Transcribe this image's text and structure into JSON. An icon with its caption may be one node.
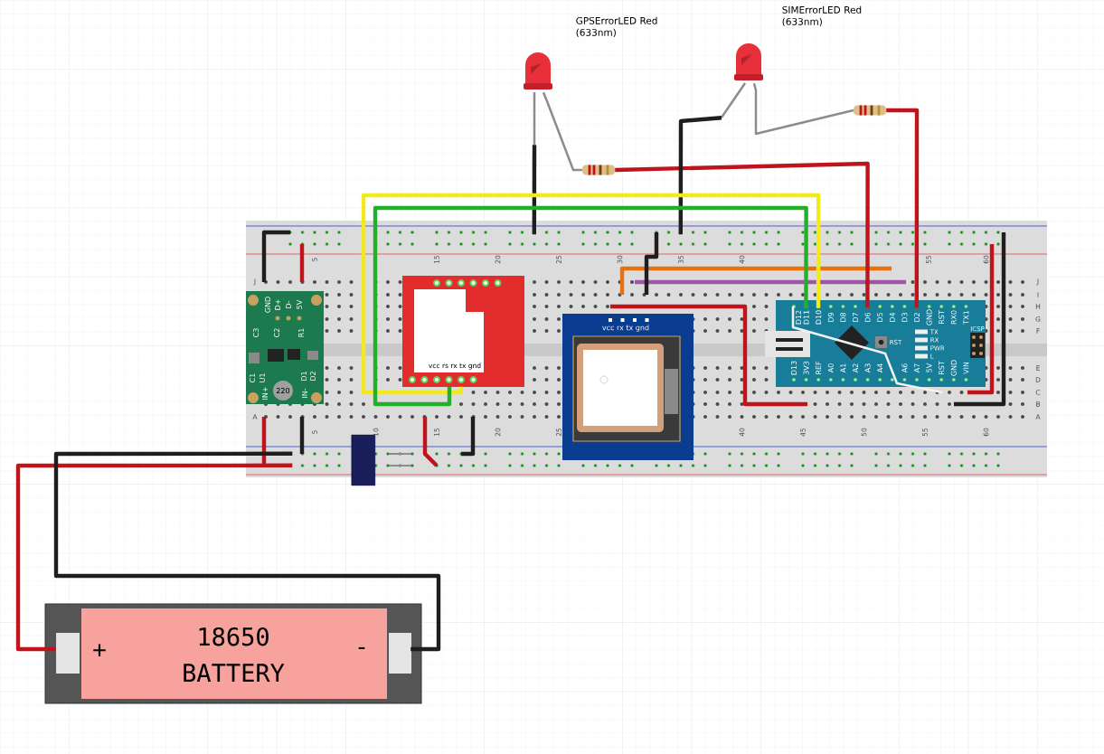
{
  "diagram": {
    "nodes": [
      {
        "text": [
          "GPSErrorLED Red (633nm)"
        ]
      },
      {
        "text": [
          "SIMErrorLED Red (633nm)"
        ]
      },
      {
        "text": [],
        "shape": "picture"
      },
      {
        "text": [],
        "shape": "picture"
      },
      {
        "text": [],
        "shape": "picture"
      },
      {
        "text": [
          "GND",
          "D+",
          "D-",
          "5V",
          "C3",
          "C2",
          "R1",
          "C1",
          "U1",
          "D1",
          "D2",
          "IN+",
          "IN-",
          "220"
        ],
        "in": 4
      },
      {
        "text": [
          "vcc rs rx tx gnd"
        ],
        "in": 4
      },
      {
        "text": [],
        "shape": "cylinder",
        "in": 4
      },
      {
        "text": [
          "vcc rx tx gnd"
        ],
        "in": 4
      },
      {
        "text": [
          "D12",
          "D11",
          "D10",
          "D9",
          "D8",
          "D7",
          "D6",
          "D5",
          "D4",
          "D3",
          "D2",
          "GND",
          "RST",
          "RX0",
          "TX1",
          "D13",
          "3V3",
          "REF",
          "A0",
          "A1",
          "A2",
          "A3",
          "A4",
          "A6",
          "A7",
          "5V",
          "RST",
          "GND",
          "VIN",
          "TX",
          "RX",
          "PWR",
          "L",
          "RST",
          "ICSP"
        ],
        "in": 4
      },
      {
        "text": [
          "+",
          "18650 BATTERY",
          "-"
        ]
      }
    ],
    "edges": [
      {
        "from": 0,
        "to": 2,
        "arrow": "none",
        "color": "#8c8c8c"
      },
      {
        "from": 2,
        "to": 9,
        "arrow": "none",
        "color": "#c0141c"
      },
      {
        "from": 0,
        "to": 4,
        "arrow": "none",
        "color": "#1e1e1e"
      },
      {
        "from": 1,
        "to": 3,
        "arrow": "none",
        "color": "#8c8c8c"
      },
      {
        "from": 3,
        "to": 9,
        "arrow": "none",
        "color": "#c0141c"
      },
      {
        "from": 1,
        "to": 4,
        "arrow": "none",
        "color": "#1e1e1e"
      },
      {
        "from": 10,
        "to": 4,
        "arrow": "none",
        "color": "#c0141c"
      },
      {
        "from": 10,
        "to": 4,
        "arrow": "none",
        "color": "#1e1e1e"
      },
      {
        "from": 6,
        "to": 9,
        "arrow": "none",
        "color": "#f2ea1a"
      },
      {
        "from": 6,
        "to": 9,
        "arrow": "none",
        "color": "#22b02a"
      }
    ],
    "labels": [
      "5",
      "15",
      "20",
      "25",
      "30",
      "35",
      "40",
      "55",
      "60",
      "J",
      "I",
      "H",
      "G",
      "F",
      "E",
      "D",
      "C",
      "B",
      "A",
      "J",
      "A",
      "5",
      "10",
      "15",
      "20",
      "25",
      "40",
      "45",
      "50",
      "55",
      "60"
    ]
  }
}
